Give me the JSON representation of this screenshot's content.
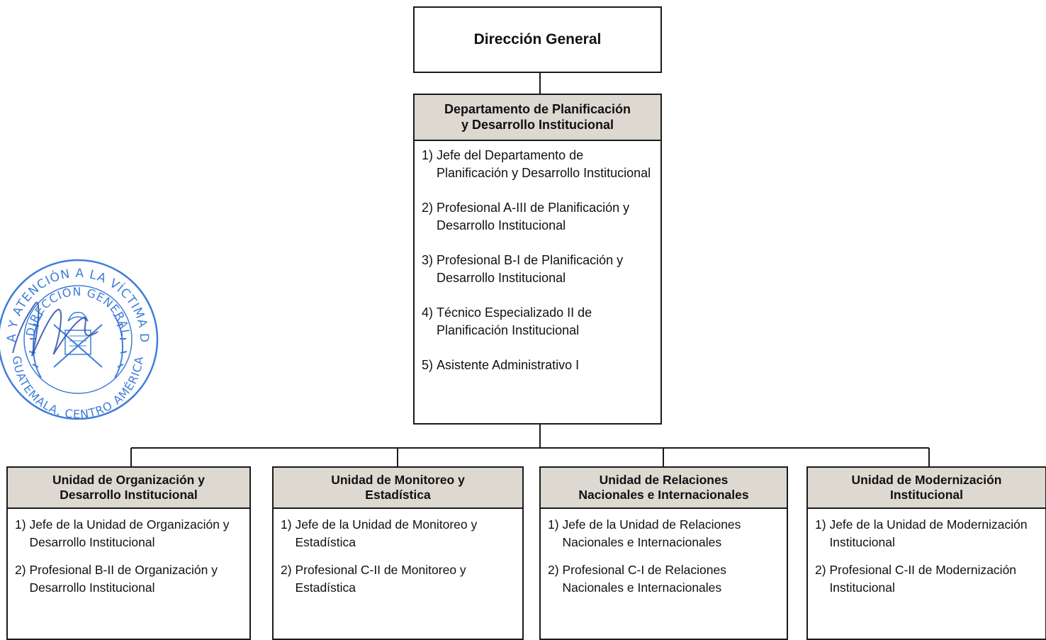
{
  "top": {
    "label": "Dirección General"
  },
  "department": {
    "title_line1": "Departamento de Planificación",
    "title_line2": "y Desarrollo Institucional",
    "items": [
      {
        "num": "1) ",
        "text": "Jefe del Departamento de Planificación y Desarrollo Institucional"
      },
      {
        "num": "2) ",
        "text": "Profesional A-III de Planificación y Desarrollo Institucional"
      },
      {
        "num": "3) ",
        "text": "Profesional B-I de Planificación y Desarrollo Institucional"
      },
      {
        "num": "4) ",
        "text": "Técnico Especializado II de Planificación Institucional"
      },
      {
        "num": "5) ",
        "text": "Asistente Administrativo I"
      }
    ]
  },
  "units": [
    {
      "title_line1": "Unidad de Organización y",
      "title_line2": "Desarrollo Institucional",
      "items": [
        {
          "num": "1) ",
          "text": "Jefe de la Unidad de Organización y Desarrollo Institucional"
        },
        {
          "num": "2) ",
          "text": "Profesional B-II de Organización y Desarrollo Institucional"
        }
      ]
    },
    {
      "title_line1": "Unidad de Monitoreo y",
      "title_line2": "Estadística",
      "items": [
        {
          "num": "1) ",
          "text": "Jefe de la Unidad de Monitoreo y Estadística"
        },
        {
          "num": "2) ",
          "text": "Profesional C-II de Monitoreo y Estadística"
        }
      ]
    },
    {
      "title_line1": "Unidad de Relaciones",
      "title_line2": "Nacionales e Internacionales",
      "items": [
        {
          "num": "1) ",
          "text": "Jefe de la Unidad de Relaciones Nacionales e Internacionales"
        },
        {
          "num": "2) ",
          "text": "Profesional C-I de Relaciones Nacionales e Internacionales"
        }
      ]
    },
    {
      "title_line1": "Unidad de Modernización",
      "title_line2": "Institucional",
      "items": [
        {
          "num": "1) ",
          "text": "Jefe de la Unidad de Modernización Institucional"
        },
        {
          "num": "2) ",
          "text": "Profesional C-II de Modernización Institucional"
        }
      ]
    }
  ],
  "stamp": {
    "text_top": "ASISTENCIA Y ATENCIÓN A LA VÍCTIMA DEL DELITO",
    "text_inner": "DIRECCIÓN GENERAL",
    "text_bottom": "GUATEMALA, CENTRO AMÉRICA",
    "color": "#2a6fd6"
  },
  "colors": {
    "header_fill": "#ddd8d0",
    "line": "#1a1a1a"
  }
}
